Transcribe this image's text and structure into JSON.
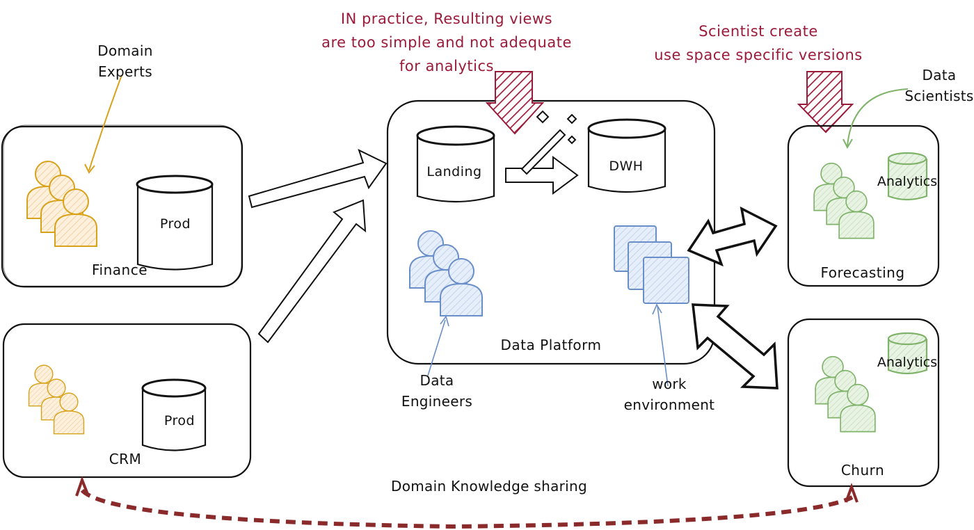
{
  "annotations": {
    "views_note": [
      "IN practice, Resulting views",
      "are too simple and not adequate",
      "for analytics"
    ],
    "versions_note": [
      "Scientist create",
      "use space specific versions"
    ],
    "knowledge_sharing": "Domain Knowledge sharing"
  },
  "actors": {
    "domain_experts": [
      "Domain",
      "Experts"
    ],
    "data_scientists": [
      "Data",
      "Scientists"
    ],
    "data_engineers": [
      "Data",
      "Engineers"
    ],
    "work_environment": [
      "work",
      "environment"
    ]
  },
  "domains": {
    "finance": {
      "title": "Finance",
      "db": "Prod"
    },
    "crm": {
      "title": "CRM",
      "db": "Prod"
    }
  },
  "platform": {
    "title": "Data Platform",
    "landing_db": "Landing",
    "dwh_db": "DWH"
  },
  "use_spaces": {
    "forecasting": {
      "title": "Forecasting",
      "db": "Analytics"
    },
    "churn": {
      "title": "Churn",
      "db": "Analytics"
    }
  },
  "colors": {
    "domain_team": "#d9a21b",
    "engineer_team": "#6a8fc8",
    "scientist_team": "#7fb36a",
    "callout": "#9b1b3a",
    "sharing_arrow": "#8b2a2a",
    "ink": "#111111"
  }
}
